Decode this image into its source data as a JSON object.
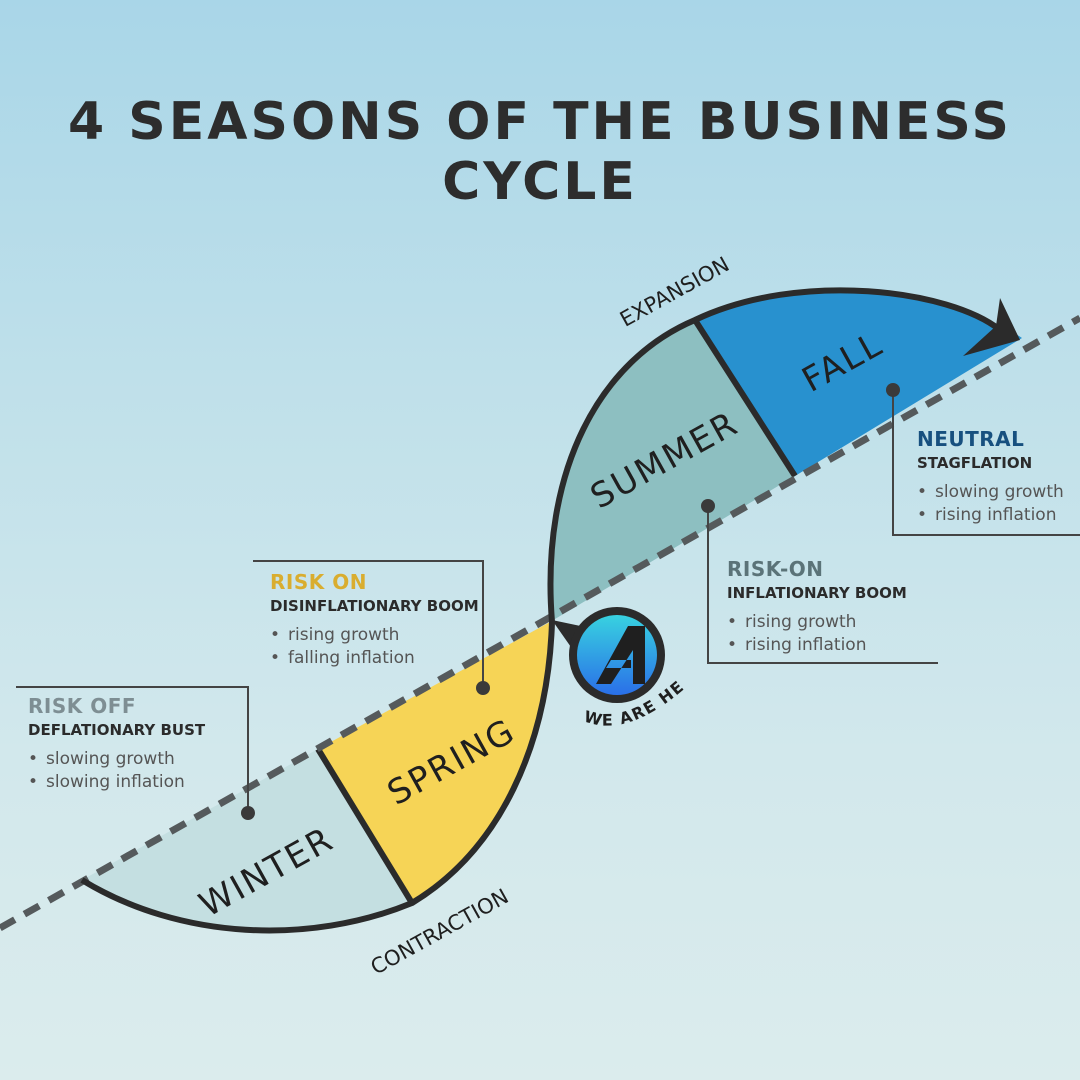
{
  "title": "4 SEASONS OF THE BUSINESS CYCLE",
  "labels": {
    "expansion": "EXPANSION",
    "contraction": "CONTRACTION",
    "we_are_here": "WE ARE HERE"
  },
  "seasons": {
    "winter": "WINTER",
    "spring": "SPRING",
    "summer": "SUMMER",
    "fall": "FALL"
  },
  "phases": [
    {
      "heading": "RISK OFF",
      "subheading": "DEFLATIONARY BUST",
      "bullets": [
        "slowing growth",
        "slowing inflation"
      ],
      "color": "#7e8e93"
    },
    {
      "heading": "RISK ON",
      "subheading": "DISINFLATIONARY BOOM",
      "bullets": [
        "rising growth",
        "falling inflation"
      ],
      "color": "#d9ad2f"
    },
    {
      "heading": "RISK-ON",
      "subheading": "INFLATIONARY BOOM",
      "bullets": [
        "rising growth",
        "rising inflation"
      ],
      "color": "#5b7378"
    },
    {
      "heading": "NEUTRAL",
      "subheading": "STAGFLATION",
      "bullets": [
        "slowing growth",
        "rising inflation"
      ],
      "color": "#17507f"
    }
  ],
  "colors": {
    "winter_fill": "#c4dfe1",
    "spring_fill": "#f6d456",
    "summer_fill": "#8dbfc1",
    "fall_fill": "#2891cf",
    "outline": "#2b2b2b",
    "logo_gradient_top": "#38d2e0",
    "logo_gradient_bottom": "#2a6fe8"
  },
  "icons": {
    "arrowhead": "arrowhead-icon",
    "logo": "logo-a-icon"
  }
}
